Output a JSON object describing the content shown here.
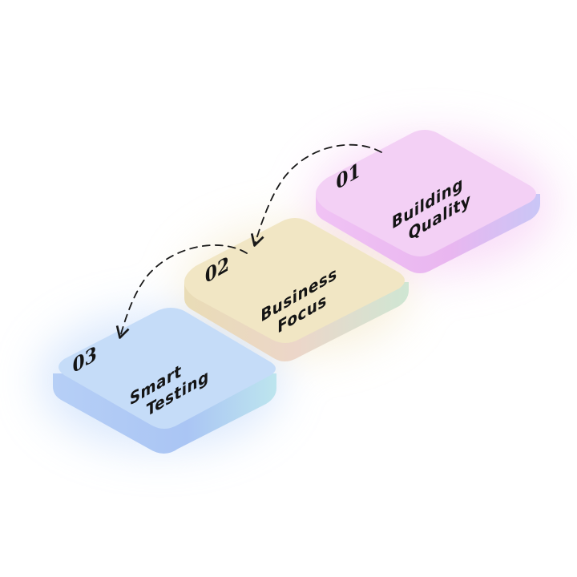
{
  "steps": [
    {
      "number": "01",
      "line1": "Building",
      "line2": "Quality",
      "color": "#f3d0f5"
    },
    {
      "number": "02",
      "line1": "Business",
      "line2": "Focus",
      "color": "#f1e6c4"
    },
    {
      "number": "03",
      "line1": "Smart",
      "line2": "Testing",
      "color": "#c5dcf8"
    }
  ],
  "colors": {
    "text": "#141414",
    "arrow": "#1a1a1a"
  }
}
